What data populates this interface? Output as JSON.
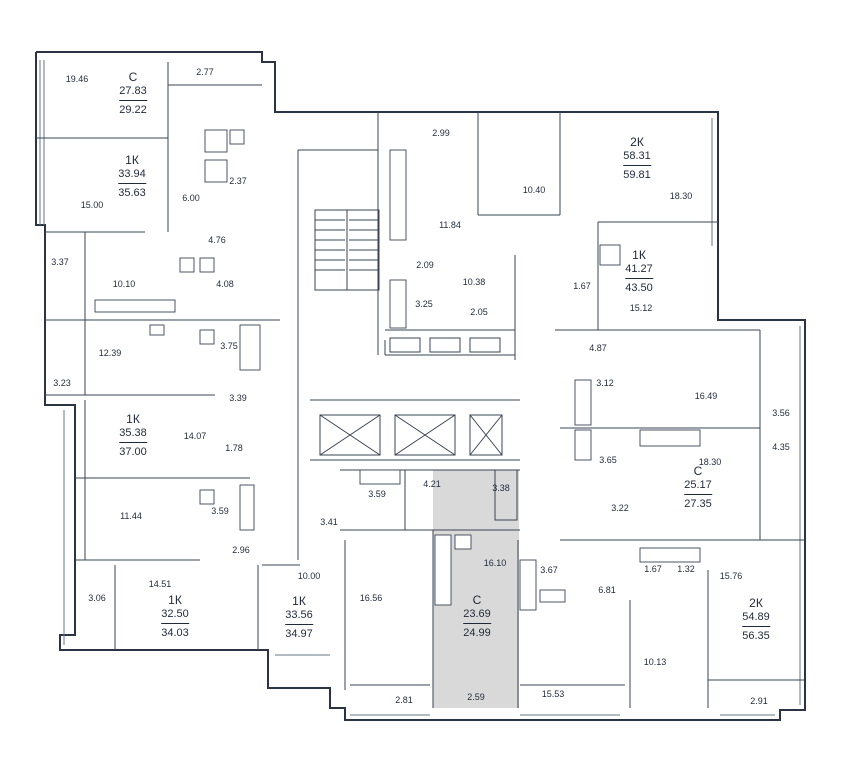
{
  "units": [
    {
      "id": "u1",
      "type": "С",
      "area_living": "27.83",
      "area_total": "29.22"
    },
    {
      "id": "u2",
      "type": "1К",
      "area_living": "33.94",
      "area_total": "35.63"
    },
    {
      "id": "u3",
      "type": "1К",
      "area_living": "35.38",
      "area_total": "37.00"
    },
    {
      "id": "u4",
      "type": "1К",
      "area_living": "32.50",
      "area_total": "34.03"
    },
    {
      "id": "u5",
      "type": "1К",
      "area_living": "33.56",
      "area_total": "34.97"
    },
    {
      "id": "u6",
      "type": "2К",
      "area_living": "58.31",
      "area_total": "59.81"
    },
    {
      "id": "u7",
      "type": "1К",
      "area_living": "41.27",
      "area_total": "43.50"
    },
    {
      "id": "u8",
      "type": "С",
      "area_living": "25.17",
      "area_total": "27.35"
    },
    {
      "id": "u9",
      "type": "С",
      "area_living": "23.69",
      "area_total": "24.99"
    },
    {
      "id": "u10",
      "type": "2К",
      "area_living": "54.89",
      "area_total": "56.35"
    }
  ],
  "rooms": [
    "19.46",
    "2.77",
    "2.37",
    "6.00",
    "15.00",
    "4.76",
    "3.37",
    "10.10",
    "4.08",
    "12.39",
    "3.75",
    "3.23",
    "3.39",
    "14.07",
    "1.78",
    "11.44",
    "3.59",
    "2.96",
    "3.06",
    "14.51",
    "10.00",
    "3.41",
    "2.99",
    "11.84",
    "2.09",
    "10.38",
    "3.25",
    "2.05",
    "10.40",
    "18.30",
    "1.67",
    "15.12",
    "4.87",
    "3.12",
    "16.49",
    "3.56",
    "4.35",
    "18.30",
    "3.65",
    "3.22",
    "3.59",
    "4.21",
    "3.38",
    "16.10",
    "16.56",
    "2.81",
    "2.59",
    "3.67",
    "6.81",
    "1.67",
    "1.32",
    "15.76",
    "15.53",
    "10.13",
    "2.91"
  ],
  "highlighted_unit": "u9",
  "colors": {
    "walls": "#2a3444",
    "highlight": "#d9d9d9",
    "text": "#1f2a3a"
  }
}
